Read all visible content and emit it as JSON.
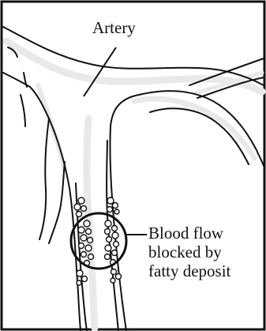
{
  "labels": {
    "artery": "Artery",
    "blockage_lines": [
      "Blood flow",
      "blocked by",
      "fatty deposit"
    ]
  },
  "colors": {
    "outline": "#111111",
    "vessel_fill": "#ffffff",
    "highlight": "#e9e9e9",
    "background": "#ffffff"
  }
}
